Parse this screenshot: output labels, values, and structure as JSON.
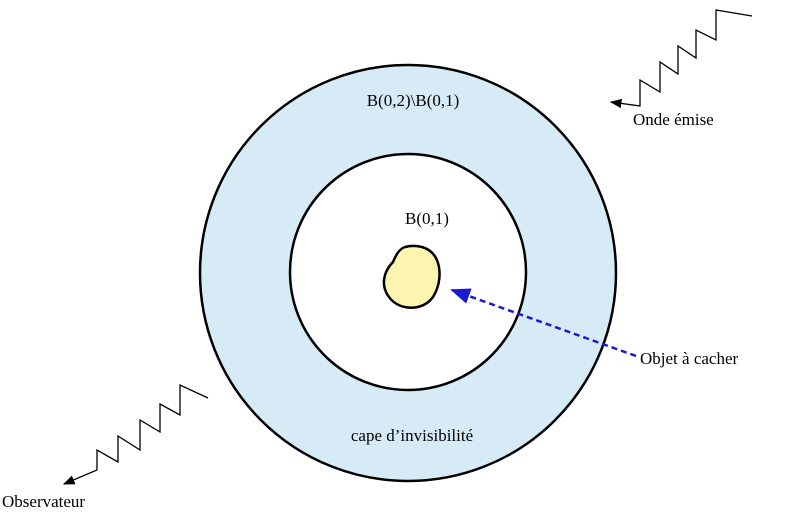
{
  "diagram": {
    "labels": {
      "annulus": "B(0,2)\\B(0,1)",
      "inner_ball": "B(0,1)",
      "cloak": "cape d’invisibilité",
      "emitted_wave": "Onde émise",
      "hidden_object": "Objet à cacher",
      "observer": "Observateur"
    },
    "colors": {
      "annulus_fill": "#d6ebf5",
      "inner_fill": "#ffffff",
      "object_fill": "#fbf5b0",
      "arrow_dashed": "#1a1ad0",
      "stroke": "#000000"
    }
  }
}
